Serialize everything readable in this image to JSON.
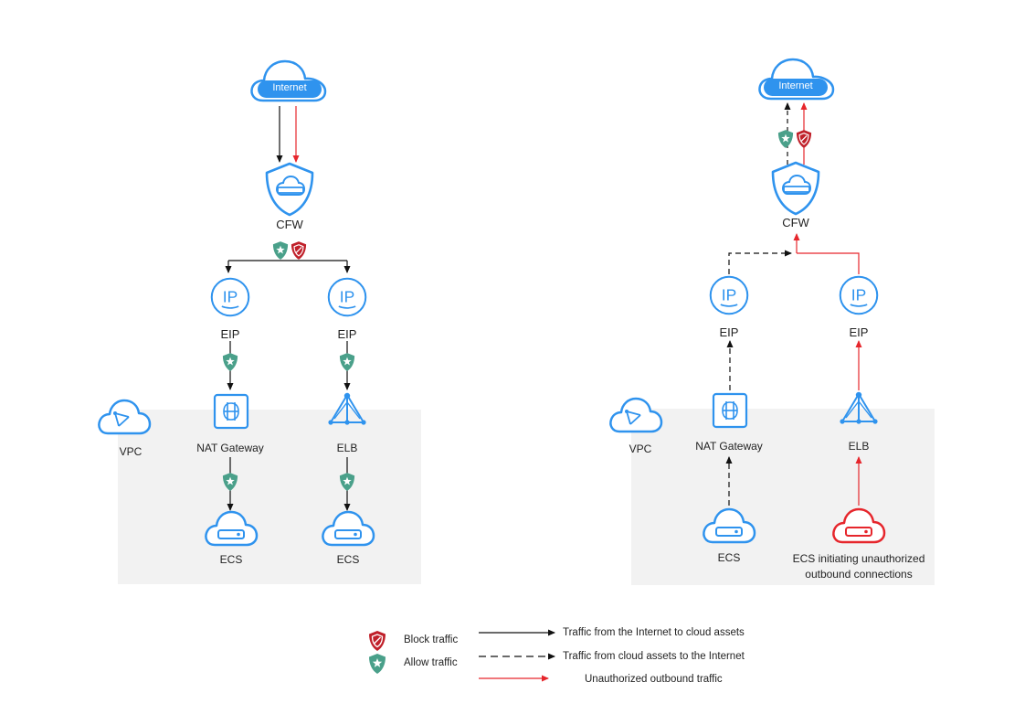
{
  "colors": {
    "blue": "#2f93ee",
    "blue_dark": "#1f7fd9",
    "red": "#e6262c",
    "allow_green": "#4aa08a",
    "block_red": "#c0202a",
    "vpc_bg": "#f2f2f2",
    "arrow_black": "#111111"
  },
  "left": {
    "internet": "Internet",
    "cfw": "CFW",
    "eip_1": "EIP",
    "eip_2": "EIP",
    "vpc": "VPC",
    "nat_gateway": "NAT Gateway",
    "elb": "ELB",
    "ecs_1": "ECS",
    "ecs_2": "ECS"
  },
  "right": {
    "internet": "Internet",
    "cfw": "CFW",
    "eip_1": "EIP",
    "eip_2": "EIP",
    "vpc": "VPC",
    "nat_gateway": "NAT Gateway",
    "elb": "ELB",
    "ecs": "ECS",
    "ecs_unauth_line1": "ECS initiating unauthorized",
    "ecs_unauth_line2": "outbound connections"
  },
  "legend": {
    "block": "Block traffic",
    "allow": "Allow traffic",
    "solid": "Traffic from the Internet to cloud assets",
    "dashed": "Traffic from cloud assets to the Internet",
    "red": "Unauthorized outbound traffic"
  },
  "icons": [
    "cloud-icon",
    "shield-icon",
    "ip-icon",
    "nat-gateway-icon",
    "elb-icon",
    "ecs-icon",
    "vpc-icon",
    "allow-badge-icon",
    "block-badge-icon"
  ]
}
